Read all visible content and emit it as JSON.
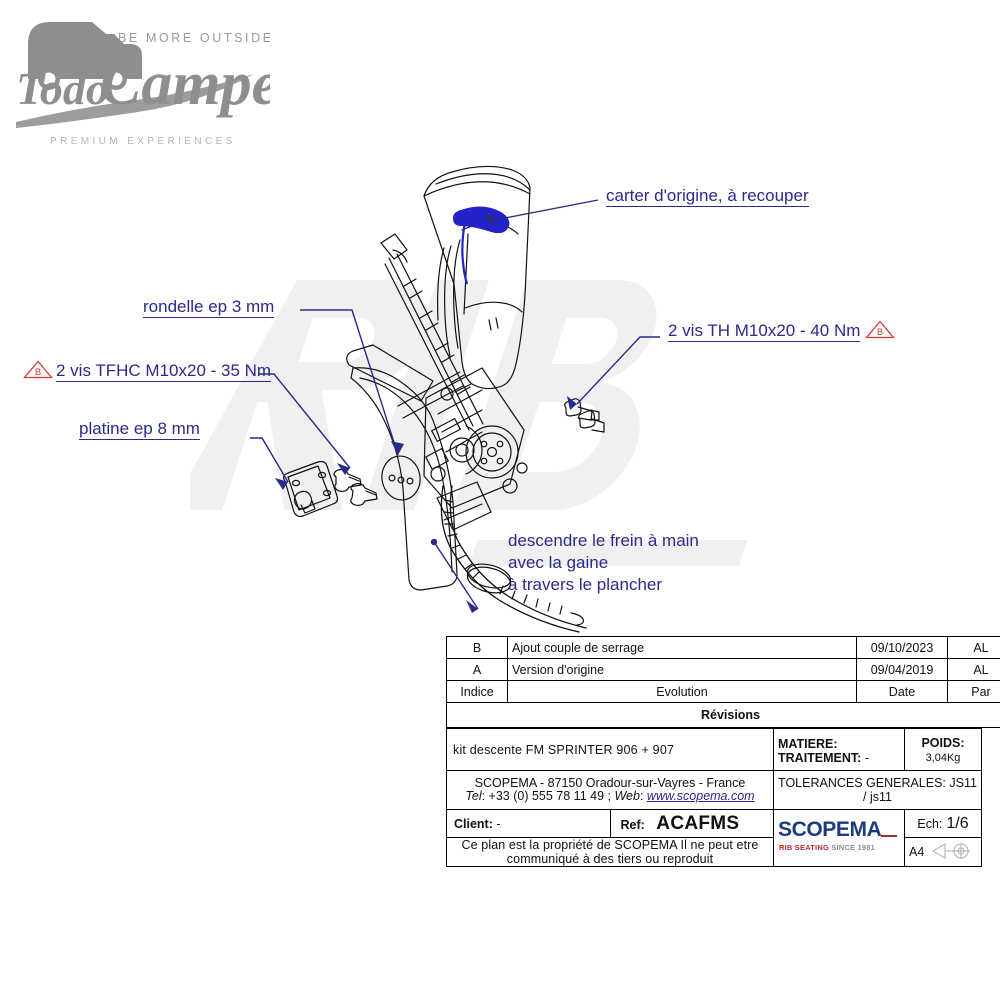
{
  "logo": {
    "brand": "Todo Campers",
    "tagline_top": "BE MORE OUTSIDE",
    "tagline_bottom": "PREMIUM EXPERIENCES",
    "icon": "camper-van-icon"
  },
  "watermark": {
    "text": "RIB"
  },
  "annotations": [
    {
      "id": "carter",
      "text": "carter d'origine, à recouper",
      "badge": null
    },
    {
      "id": "rondelle",
      "text": "rondelle ep 3 mm",
      "badge": null
    },
    {
      "id": "vis-tfhc",
      "text": "2 vis TFHC M10x20 - 35 Nm",
      "badge": "B"
    },
    {
      "id": "platine",
      "text": "platine ep 8 mm",
      "badge": null
    },
    {
      "id": "vis-th",
      "text": "2 vis TH M10x20 - 40 Nm",
      "badge": "B"
    }
  ],
  "note_block": {
    "line1": "descendre le frein à main",
    "line2": "avec la gaine",
    "line3": "à travers le plancher"
  },
  "revisions": {
    "heading": "Révisions",
    "columns": {
      "indice": "Indice",
      "evolution": "Evolution",
      "date": "Date",
      "par": "Par"
    },
    "rows": [
      {
        "indice": "B",
        "evolution": "Ajout couple de serrage",
        "date": "09/10/2023",
        "par": "AL"
      },
      {
        "indice": "A",
        "evolution": "Version d'origine",
        "date": "09/04/2019",
        "par": "AL"
      }
    ]
  },
  "titleblock": {
    "drawing_title": "kit descente FM SPRINTER 906 + 907",
    "address_line": "SCOPEMA - 87150 Oradour-sur-Vayres - France",
    "tel_label": "Tel",
    "tel_value": ": +33 (0) 555 78 11 49 ;",
    "web_label": "Web",
    "web_value": "www.scopema.com",
    "client_label": "Client:",
    "client_value": "-",
    "ref_label": "Ref:",
    "ref_value": "ACAFMS",
    "legal": "Ce plan est la propriété de SCOPEMA Il ne peut etre communiqué à des tiers ou reproduit",
    "matiere_label": "MATIERE:",
    "matiere_value": "",
    "traitement_label": "TRAITEMENT:",
    "traitement_value": "-",
    "poids_label": "POIDS:",
    "poids_value": "3,04Kg",
    "tolerances": "TOLERANCES GENERALES: JS11 / js11",
    "echelle_label": "Ech:",
    "echelle_value": "1/6",
    "format": "A4",
    "projection_icon": "first-angle-projection-icon",
    "company_logo": {
      "word": "SCOPEMA",
      "sub_rib": "RIB SEATING",
      "sub_since": "SINCE 1981"
    }
  },
  "colors": {
    "annotation_blue": "#2a2a8c",
    "warning_red": "#cf3b2e",
    "scopema_blue": "#1b3c80",
    "scopema_red": "#c1272d",
    "line_black": "#111111",
    "watermark_gray": "#efefef"
  }
}
